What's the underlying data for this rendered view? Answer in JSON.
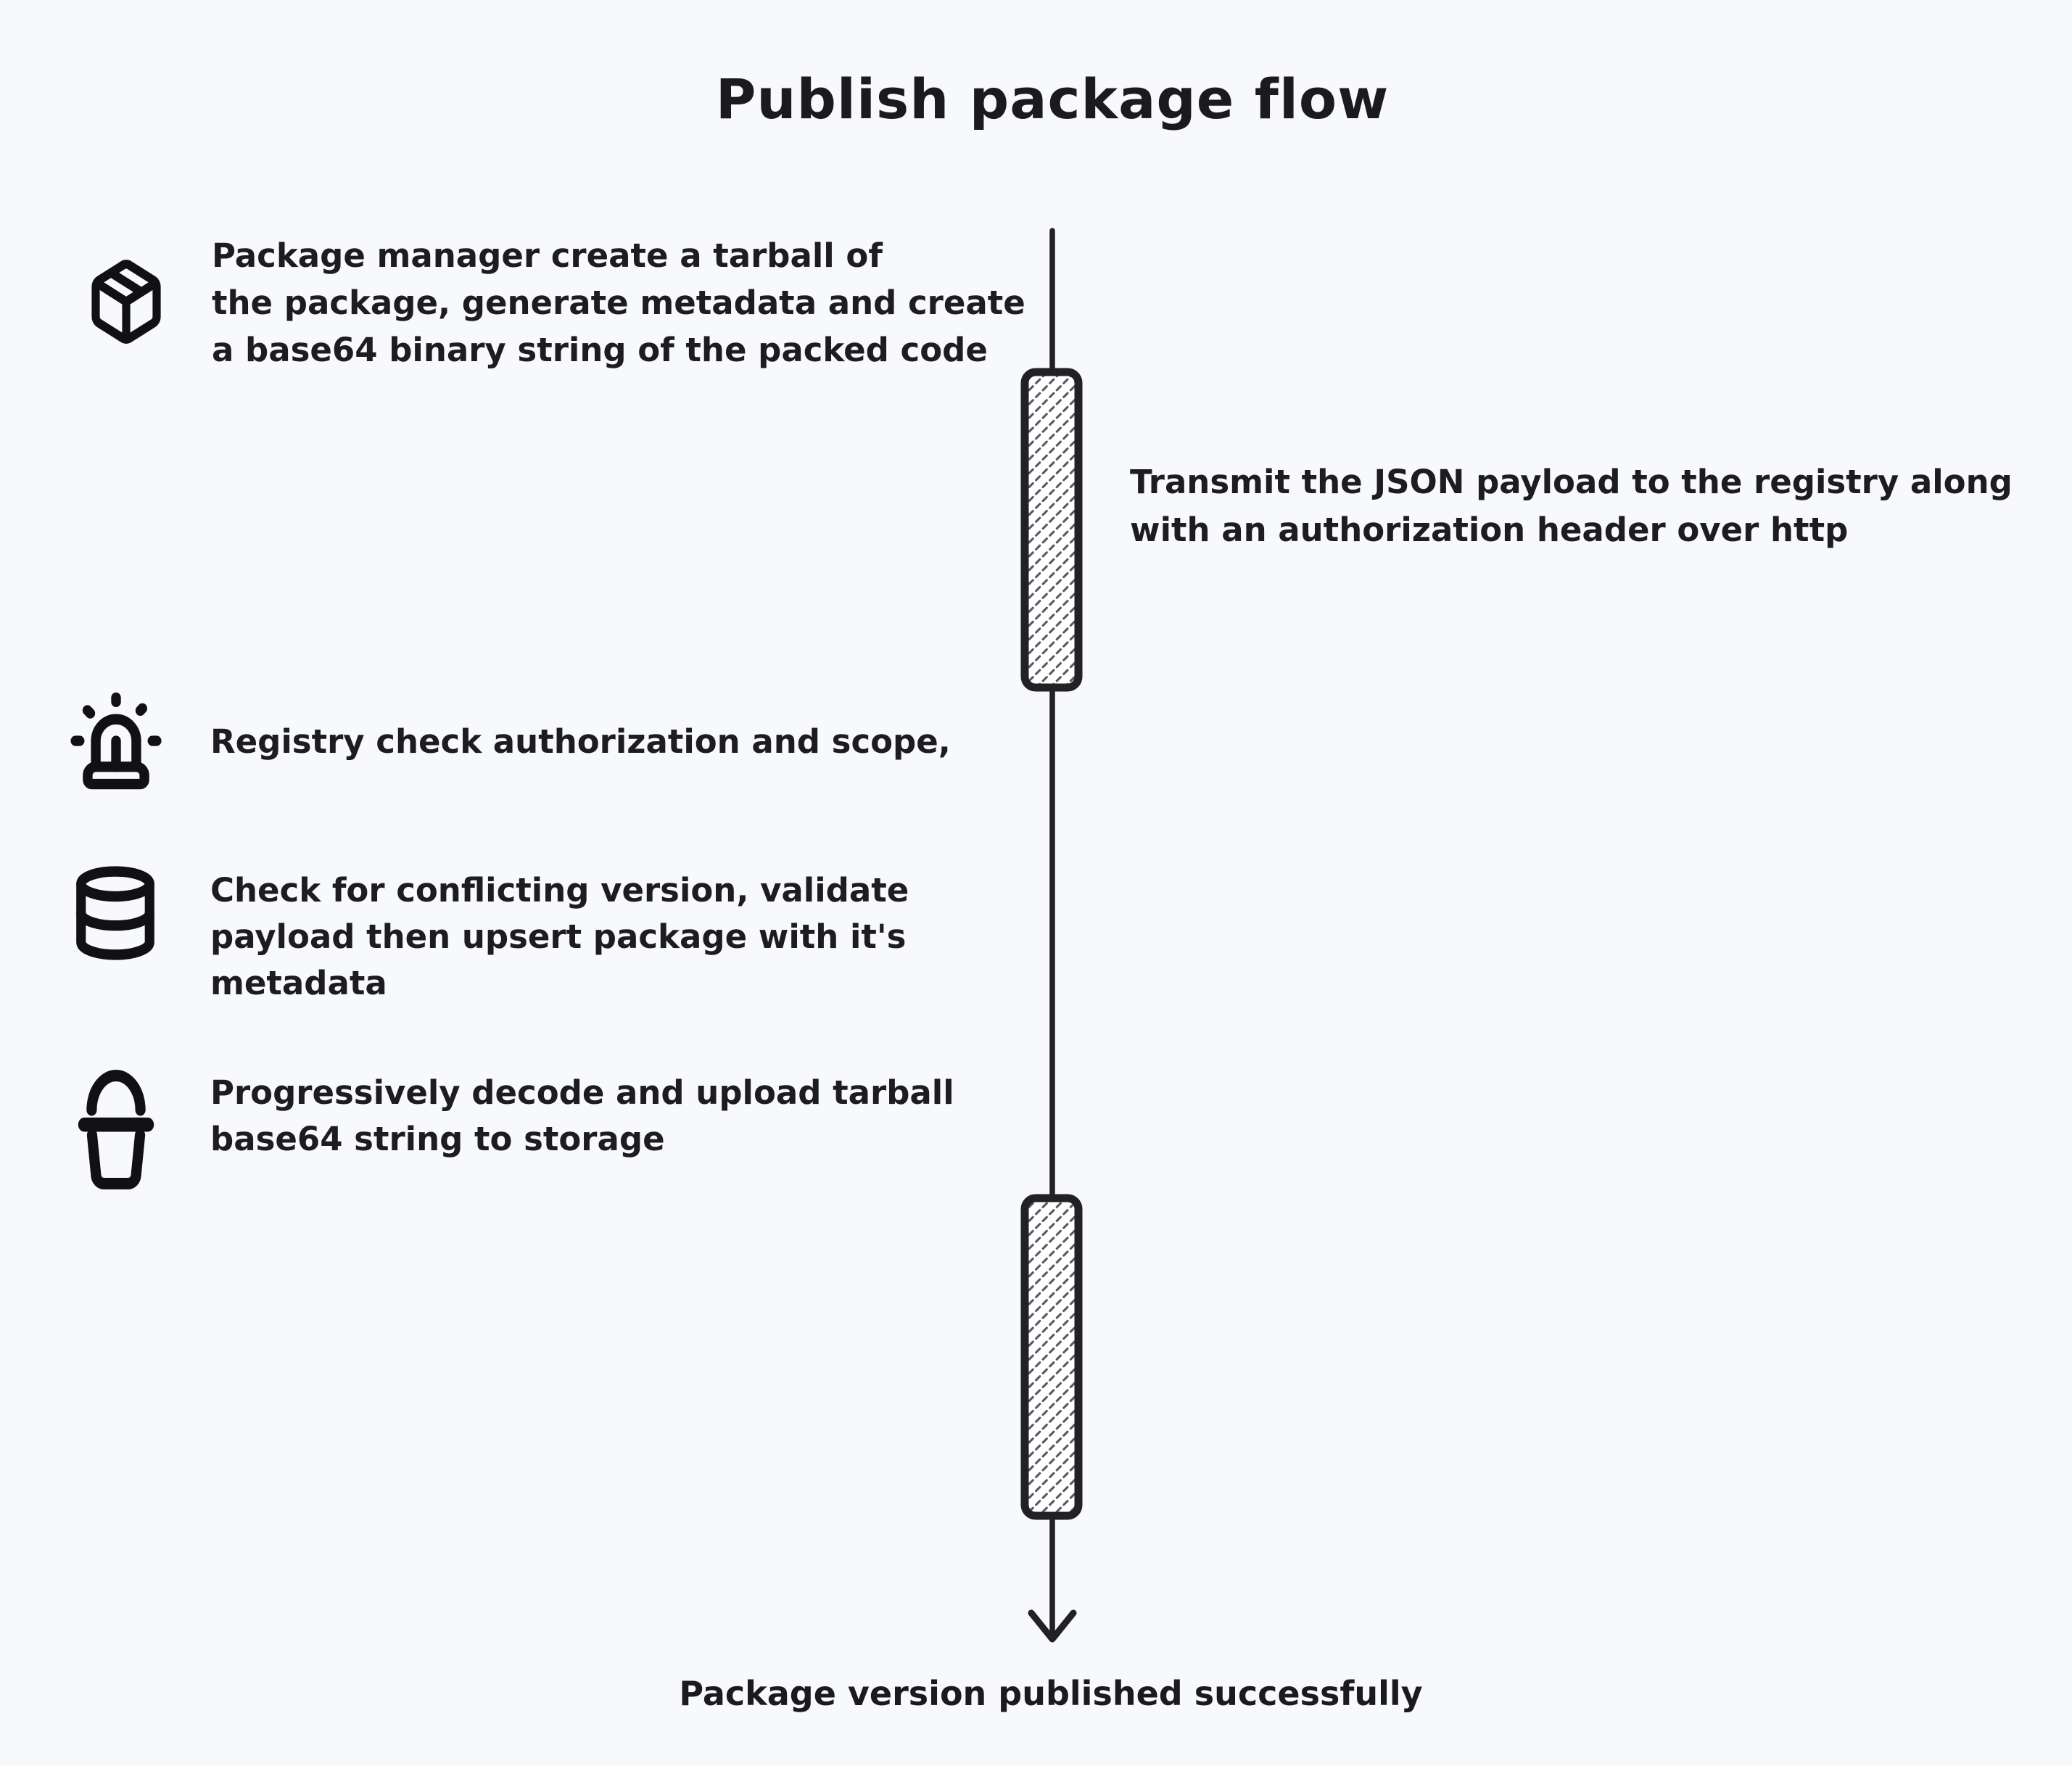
{
  "title": "Publish package flow",
  "colors": {
    "background": "#f8f9fa",
    "ink": "#1d1d21",
    "bar_border": "#212126",
    "bar_fill": "#ffffff",
    "hatch_stroke": "#54545a"
  },
  "steps": [
    {
      "icon": "package-icon",
      "lines": [
        "Package manager create a tarball of",
        "the package, generate metadata and create",
        "a base64 binary string of the packed code"
      ]
    },
    {
      "icon": "siren-icon",
      "lines": [
        "Registry check authorization and scope,"
      ]
    },
    {
      "icon": "database-icon",
      "lines": [
        "Check for conflicting version, validate",
        "payload then upsert package with it's",
        "metadata"
      ]
    },
    {
      "icon": "bucket-icon",
      "lines": [
        "Progressively decode and upload tarball",
        "base64 string to storage"
      ]
    }
  ],
  "transmit_note": {
    "lines": [
      "Transmit the JSON payload to the registry along",
      "with an authorization header over http"
    ]
  },
  "result_label": "Package version published successfully"
}
